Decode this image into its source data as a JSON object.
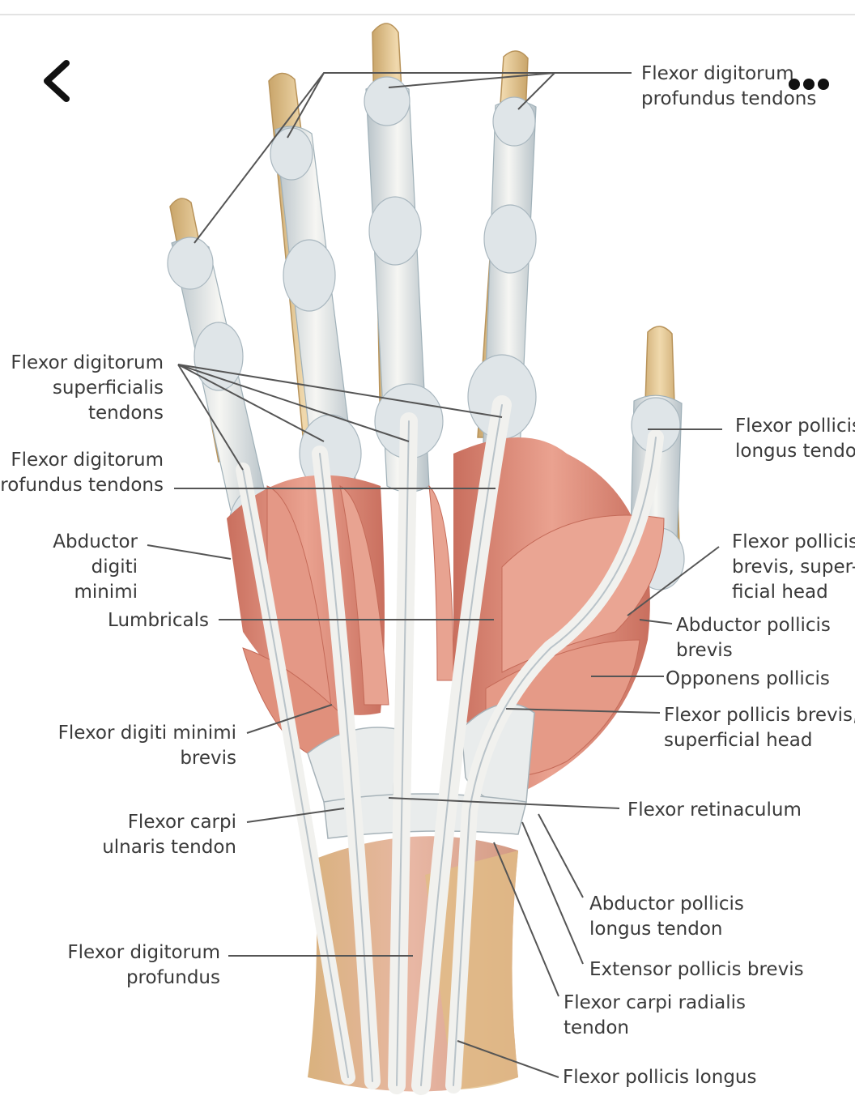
{
  "header": {
    "back_icon": "chevron-left-icon",
    "more_icon": "more-horizontal-icon"
  },
  "figure": {
    "labels": {
      "fdp_top": [
        "Flexor digitorum",
        "profundus tendons"
      ],
      "fds": [
        "Flexor digitorum",
        "superficialis",
        "tendons"
      ],
      "fdp_mid": [
        "Flexor digitorum",
        "profundus tendons"
      ],
      "adm": [
        "Abductor",
        "digiti",
        "minimi"
      ],
      "lumbricals": [
        "Lumbricals"
      ],
      "fdmb": [
        "Flexor digiti minimi",
        "brevis"
      ],
      "fcu": [
        "Flexor carpi",
        "ulnaris tendon"
      ],
      "fdp_low": [
        "Flexor digitorum",
        "profundus"
      ],
      "fpl_tendon": [
        "Flexor pollicis",
        "longus tendon"
      ],
      "fpb_sup1": [
        "Flexor pollicis",
        "brevis, super-",
        "ficial head"
      ],
      "apb": [
        "Abductor pollicis",
        "brevis"
      ],
      "op": [
        "Opponens pollicis"
      ],
      "fpb_sup2": [
        "Flexor pollicis brevis,",
        "superficial head"
      ],
      "fr": [
        "Flexor retinaculum"
      ],
      "apl": [
        "Abductor pollicis",
        "longus tendon"
      ],
      "epb": [
        "Extensor pollicis brevis"
      ],
      "fcr": [
        "Flexor carpi radialis",
        "tendon"
      ],
      "fpl": [
        "Flexor pollicis longus"
      ]
    }
  },
  "colors": {
    "muscle": "#e0907c",
    "muscle_dark": "#c96f5e",
    "bone": "#e6c895",
    "tendon": "#f1f1ee",
    "tendon_shadow": "#b9c3c9",
    "leader": "#555555"
  }
}
